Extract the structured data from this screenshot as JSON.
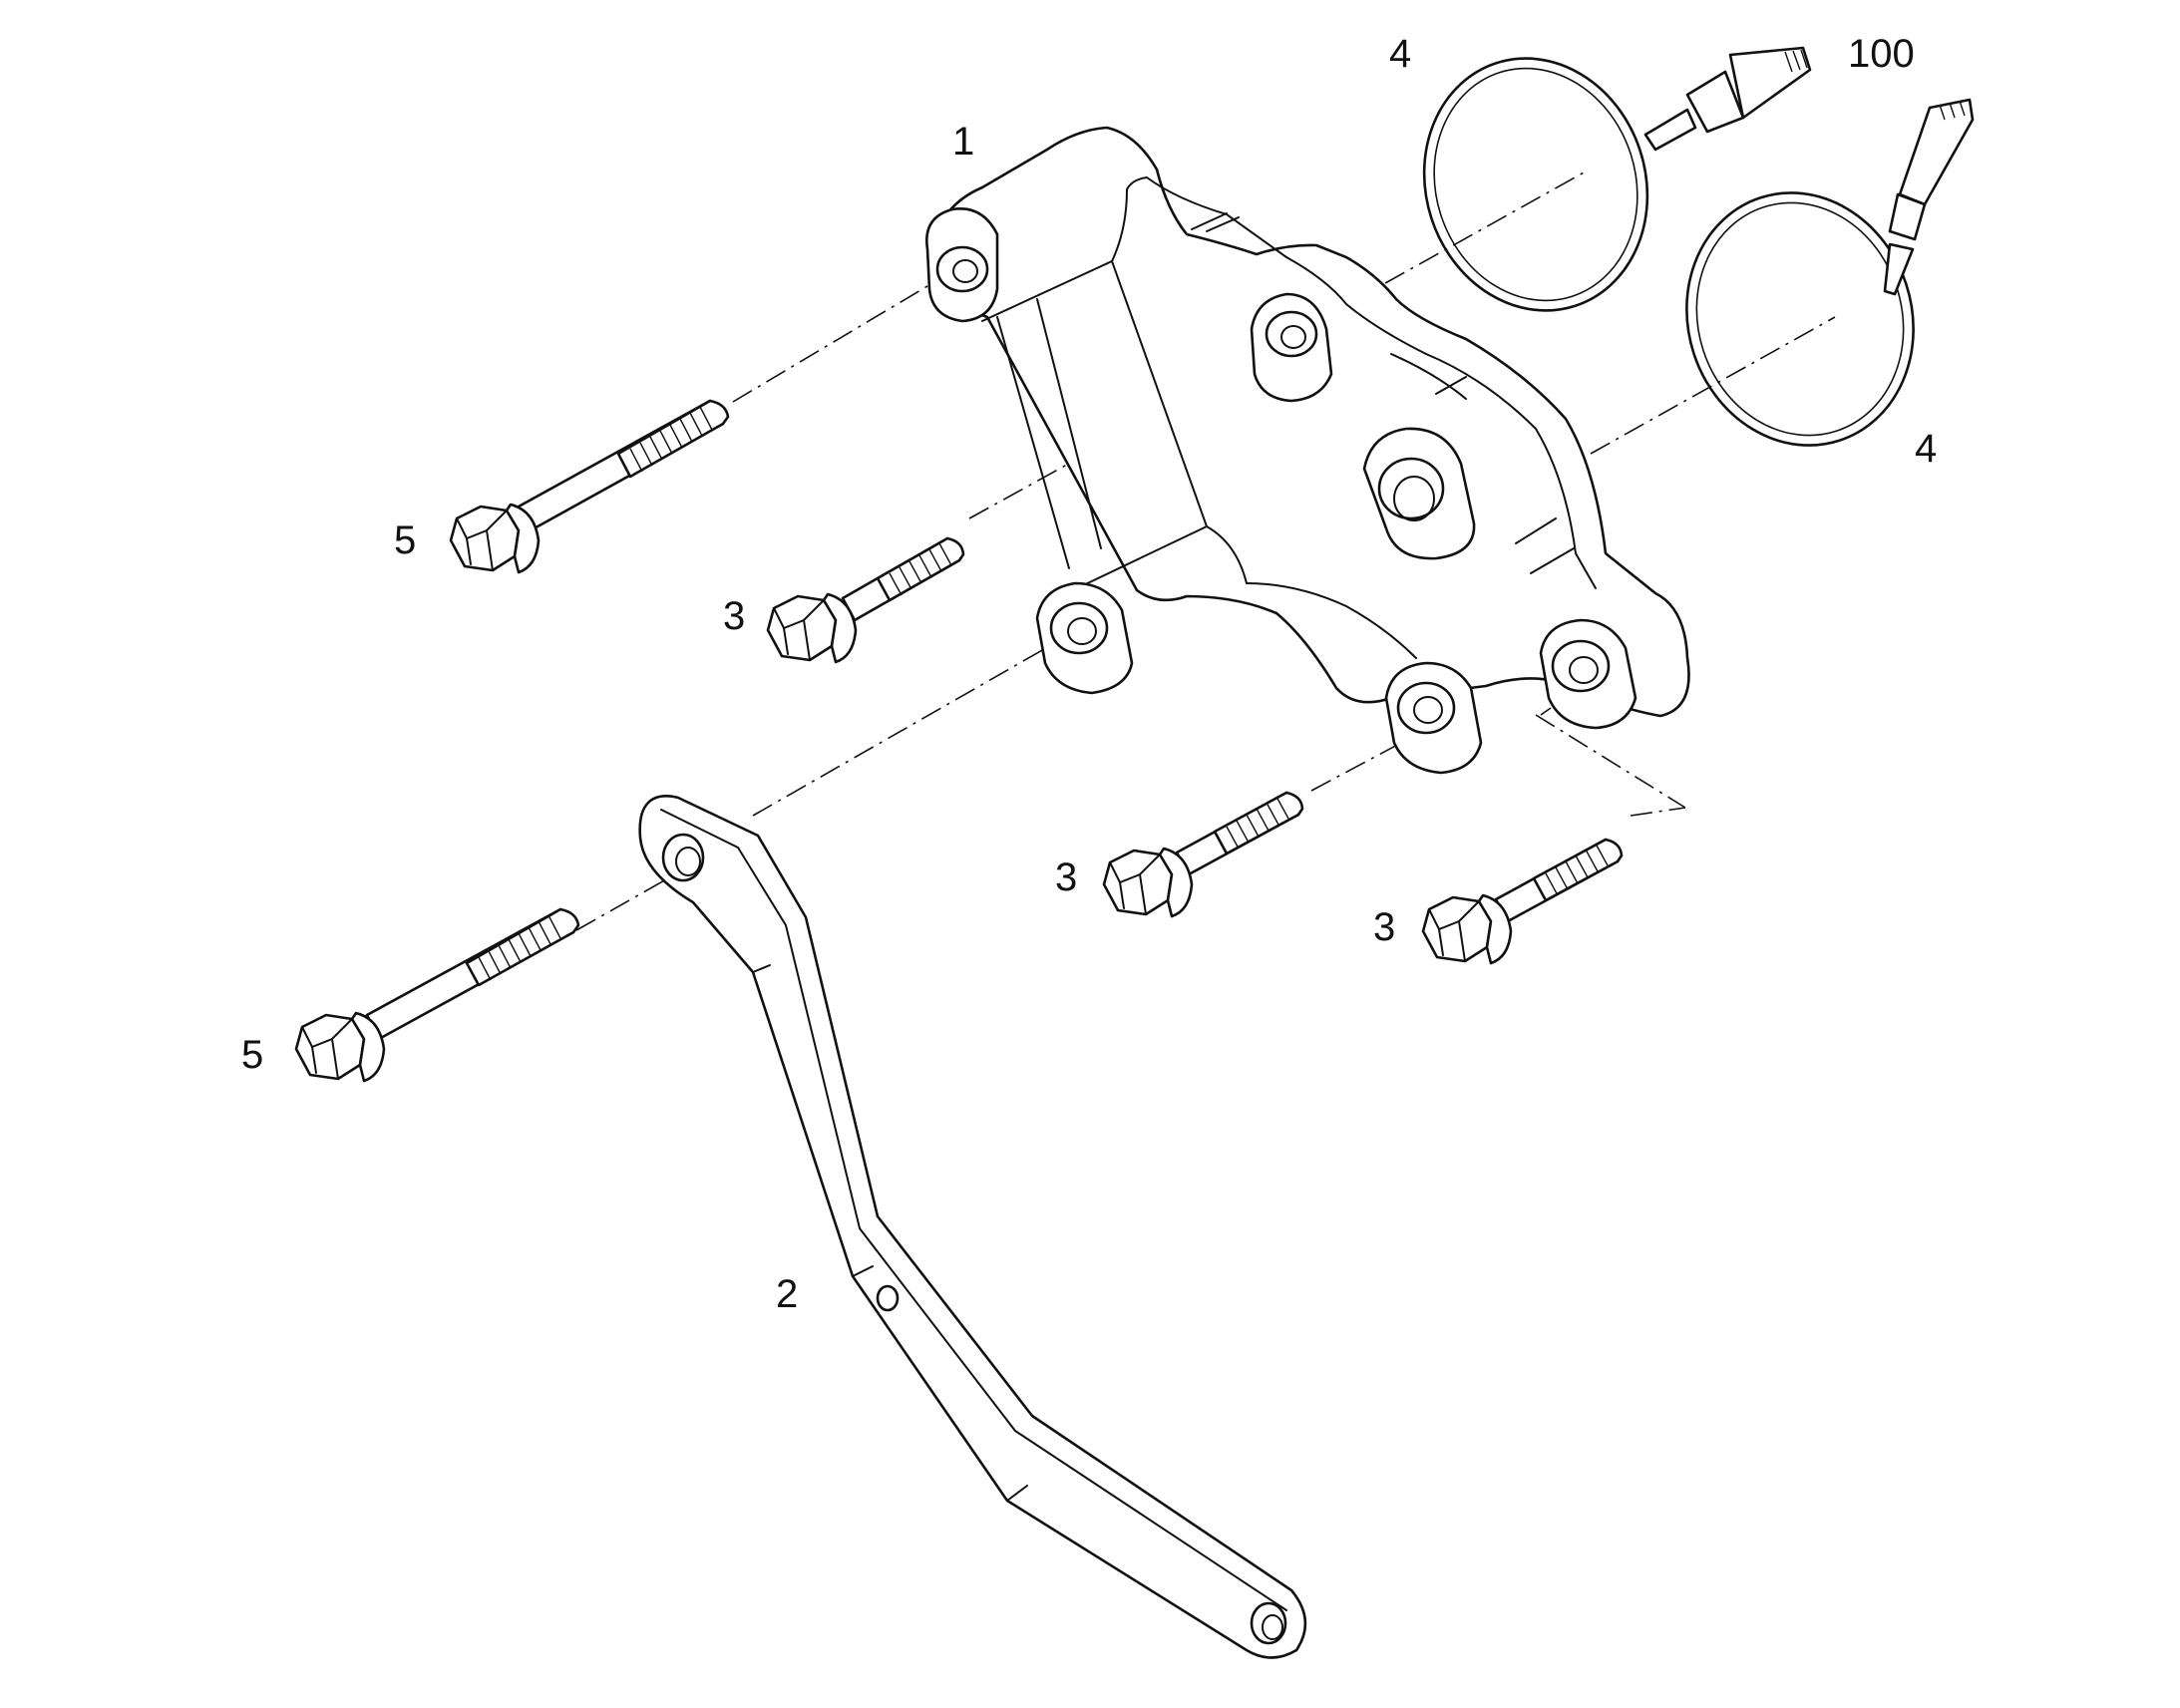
{
  "callouts": [
    {
      "id": "1",
      "label": "1"
    },
    {
      "id": "2",
      "label": "2"
    },
    {
      "id": "3a",
      "label": "3"
    },
    {
      "id": "3b",
      "label": "3"
    },
    {
      "id": "3c",
      "label": "3"
    },
    {
      "id": "4a",
      "label": "4"
    },
    {
      "id": "4b",
      "label": "4"
    },
    {
      "id": "5a",
      "label": "5"
    },
    {
      "id": "5b",
      "label": "5"
    },
    {
      "id": "100",
      "label": "100"
    }
  ]
}
